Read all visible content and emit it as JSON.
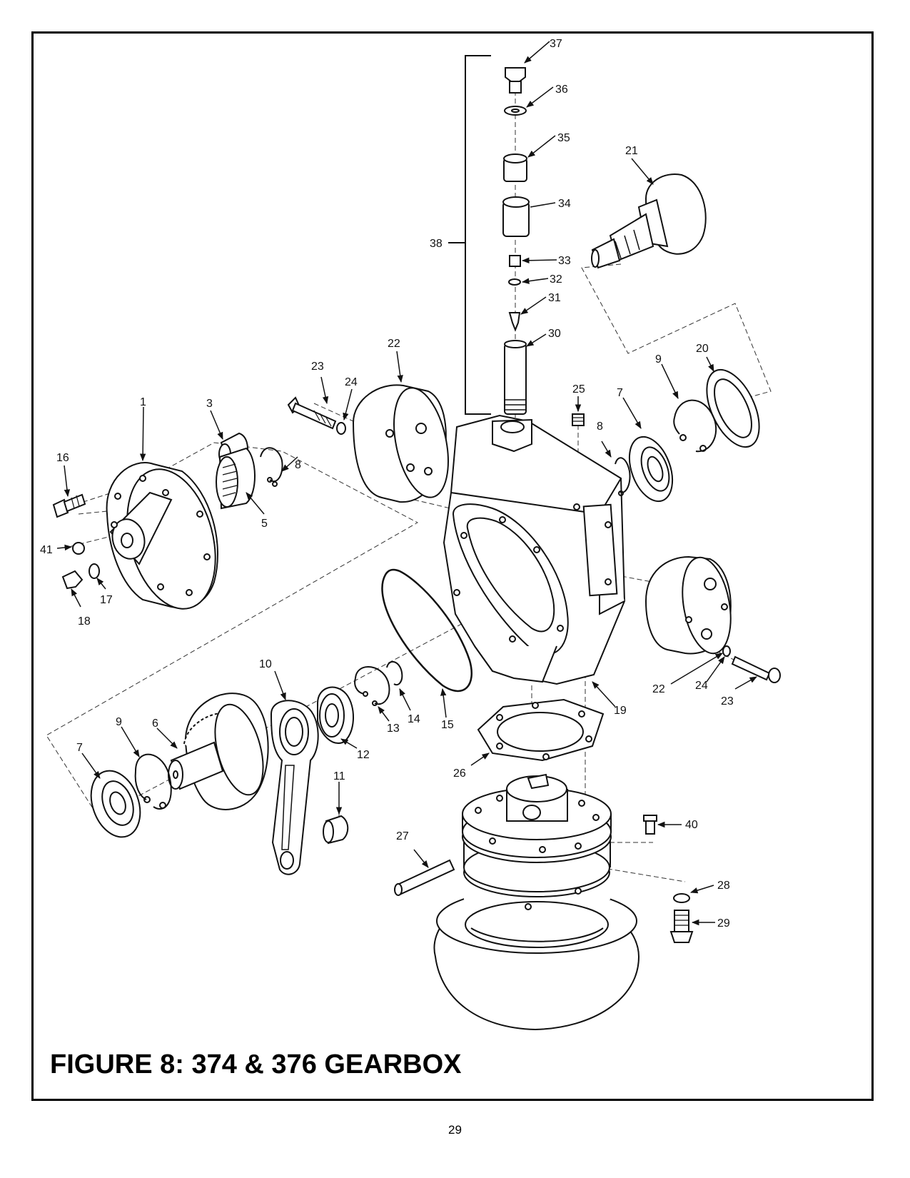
{
  "figure": {
    "title": "FIGURE 8: 374 & 376 GEARBOX",
    "page_number": "29"
  },
  "parts": [
    {
      "id": "p1",
      "text": "1"
    },
    {
      "id": "p3",
      "text": "3"
    },
    {
      "id": "p5",
      "text": "5"
    },
    {
      "id": "p6",
      "text": "6"
    },
    {
      "id": "p7a",
      "text": "7"
    },
    {
      "id": "p7b",
      "text": "7"
    },
    {
      "id": "p8a",
      "text": "8"
    },
    {
      "id": "p8b",
      "text": "8"
    },
    {
      "id": "p9a",
      "text": "9"
    },
    {
      "id": "p9b",
      "text": "9"
    },
    {
      "id": "p10",
      "text": "10"
    },
    {
      "id": "p11",
      "text": "11"
    },
    {
      "id": "p12",
      "text": "12"
    },
    {
      "id": "p13",
      "text": "13"
    },
    {
      "id": "p14",
      "text": "14"
    },
    {
      "id": "p15",
      "text": "15"
    },
    {
      "id": "p16",
      "text": "16"
    },
    {
      "id": "p17",
      "text": "17"
    },
    {
      "id": "p18",
      "text": "18"
    },
    {
      "id": "p19",
      "text": "19"
    },
    {
      "id": "p20",
      "text": "20"
    },
    {
      "id": "p21",
      "text": "21"
    },
    {
      "id": "p22a",
      "text": "22"
    },
    {
      "id": "p22b",
      "text": "22"
    },
    {
      "id": "p23a",
      "text": "23"
    },
    {
      "id": "p23b",
      "text": "23"
    },
    {
      "id": "p24a",
      "text": "24"
    },
    {
      "id": "p24b",
      "text": "24"
    },
    {
      "id": "p25",
      "text": "25"
    },
    {
      "id": "p26",
      "text": "26"
    },
    {
      "id": "p27",
      "text": "27"
    },
    {
      "id": "p28",
      "text": "28"
    },
    {
      "id": "p29",
      "text": "29"
    },
    {
      "id": "p30",
      "text": "30"
    },
    {
      "id": "p31",
      "text": "31"
    },
    {
      "id": "p32",
      "text": "32"
    },
    {
      "id": "p33",
      "text": "33"
    },
    {
      "id": "p34",
      "text": "34"
    },
    {
      "id": "p35",
      "text": "35"
    },
    {
      "id": "p36",
      "text": "36"
    },
    {
      "id": "p37",
      "text": "37"
    },
    {
      "id": "p38",
      "text": "38"
    },
    {
      "id": "p40",
      "text": "40"
    },
    {
      "id": "p41",
      "text": "41"
    }
  ]
}
